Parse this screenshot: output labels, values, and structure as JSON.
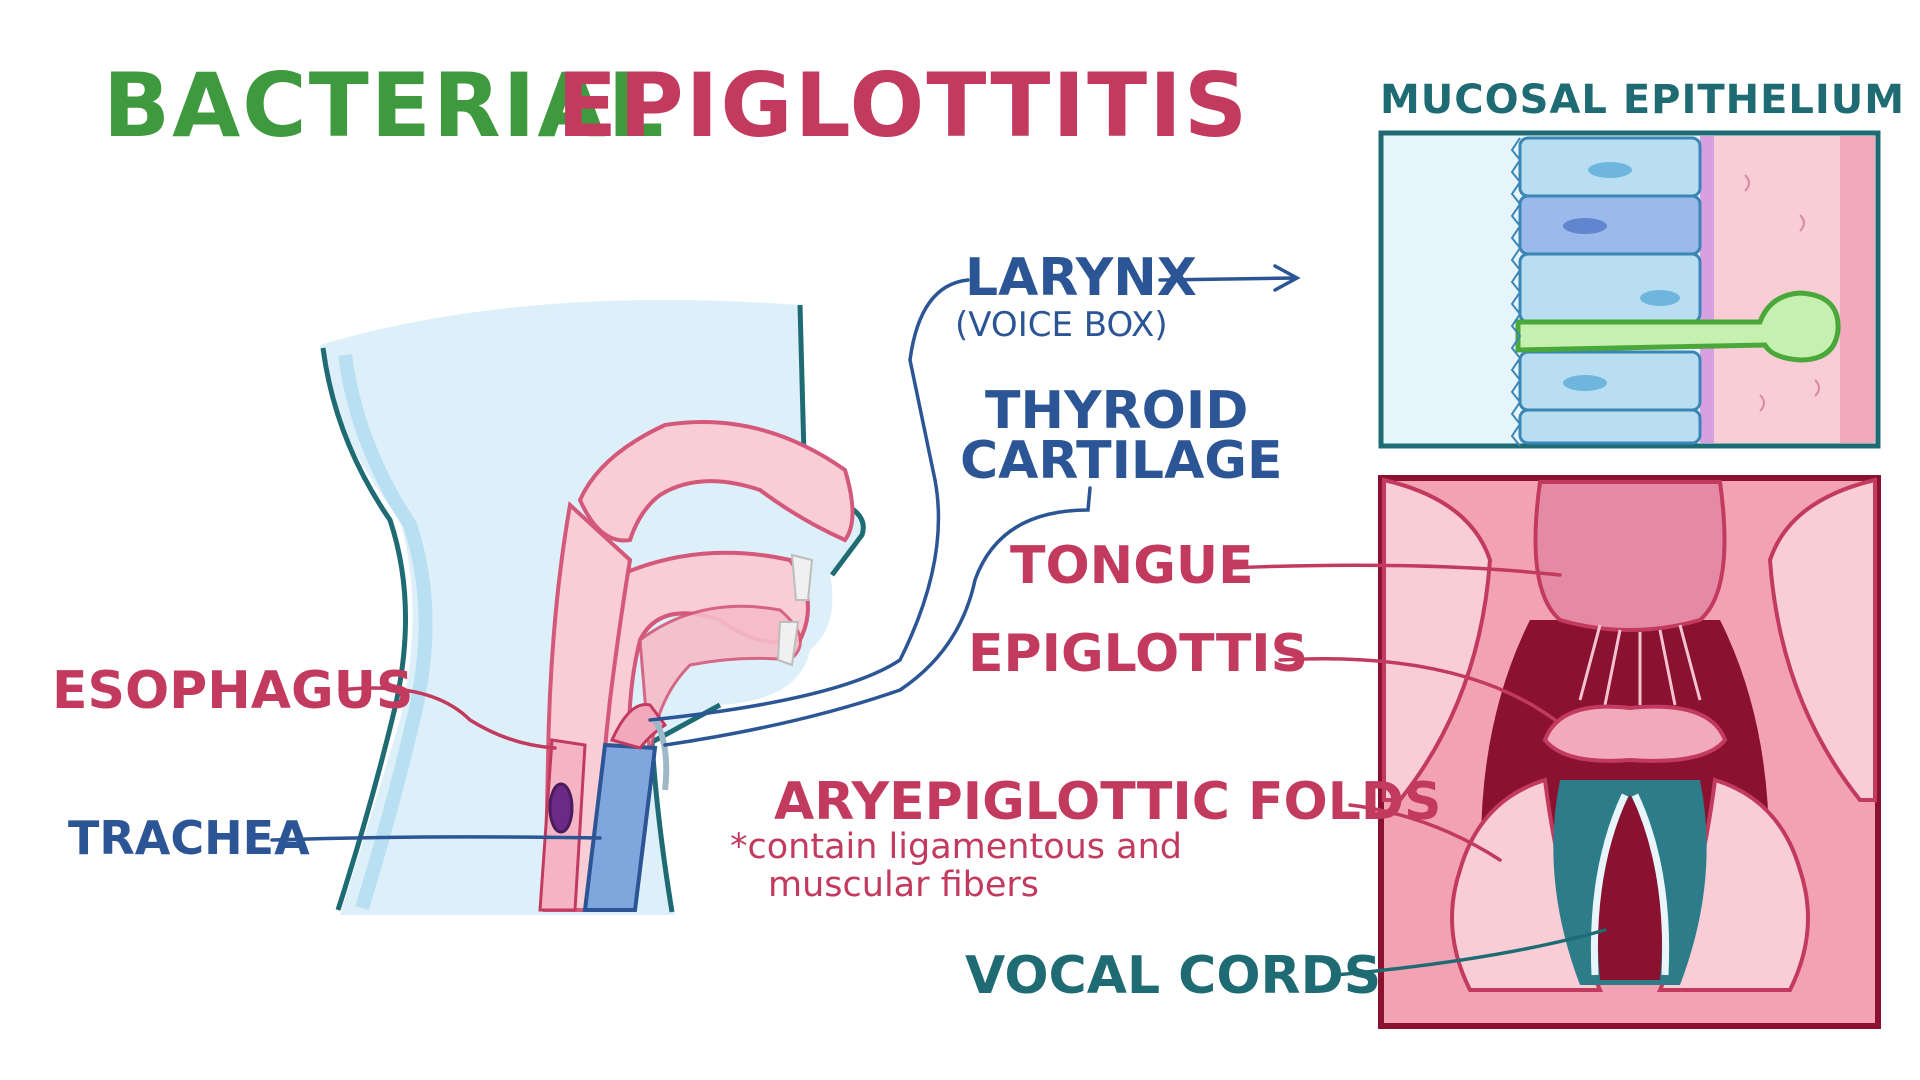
{
  "title": {
    "part1": "BACTERIAL",
    "part2": "EPIGLOTTITIS"
  },
  "inset_epithelium": {
    "title": "MUCOSAL EPITHELIUM"
  },
  "labels": {
    "larynx": "LARYNX",
    "larynx_sub": "(VOICE BOX)",
    "thyroid_line1": "THYROID",
    "thyroid_line2": "CARTILAGE",
    "tongue": "TONGUE",
    "epiglottis": "EPIGLOTTIS",
    "aryepiglottic": "ARYEPIGLOTTIC FOLDS",
    "aryepiglottic_note_line1": "*contain ligamentous and",
    "aryepiglottic_note_line2": "muscular fibers",
    "vocal_cords": "VOCAL CORDS",
    "esophagus": "ESOPHAGUS",
    "trachea": "TRACHEA"
  },
  "colors": {
    "green": "#3f9a3f",
    "crimson": "#c23a5e",
    "navy": "#2c5595",
    "teal": "#1f6b73",
    "pink_light": "#f8cdd6",
    "blue_light": "#ddf0fa",
    "dark_red": "#8a1230"
  }
}
